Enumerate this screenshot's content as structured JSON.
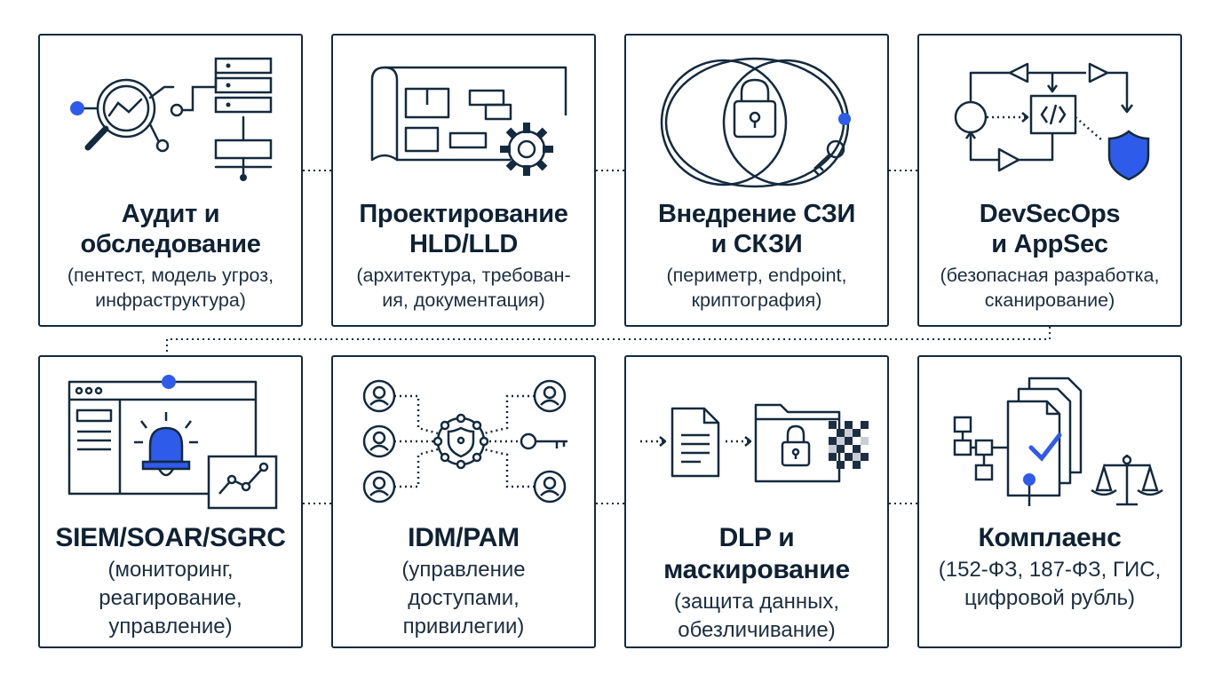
{
  "colors": {
    "stroke": "#142a3e",
    "accent": "#2f5bea",
    "dark_square": "#1e2e42",
    "light_square": "#c9ced6"
  },
  "cards": [
    {
      "title": "Аудит и\nобследование",
      "subtitle": "(пентест, модель угроз,\nинфраструктура)",
      "icon": "magnifier-server-icon"
    },
    {
      "title": "Проектирование\nHLD/LLD",
      "subtitle": "(архитектура, требован-\nия, документация)",
      "icon": "blueprint-gear-icon"
    },
    {
      "title": "Внедрение СЗИ\nи СКЗИ",
      "subtitle": "(периметр, endpoint,\nкриптография)",
      "icon": "lock-circles-key-icon"
    },
    {
      "title": "DevSecOps\nи AppSec",
      "subtitle": "(безопасная разработка,\nсканирование)",
      "icon": "pipeline-shield-icon"
    },
    {
      "title": "SIEM/SOAR/SGRC",
      "subtitle": "(мониторинг,\nреагирование,\nуправление)",
      "icon": "dashboard-alarm-icon"
    },
    {
      "title": "IDM/PAM",
      "subtitle": "(управление\nдоступами,\nпривилегии)",
      "icon": "users-hub-key-icon"
    },
    {
      "title": "DLP и\nмаскирование",
      "subtitle": "(защита данных,\nобезличивание)",
      "icon": "document-folder-mask-icon"
    },
    {
      "title": "Комплаенс",
      "subtitle": "(152-ФЗ, 187-ФЗ, ГИС,\nцифровой рубль)",
      "icon": "documents-check-scales-icon"
    }
  ]
}
